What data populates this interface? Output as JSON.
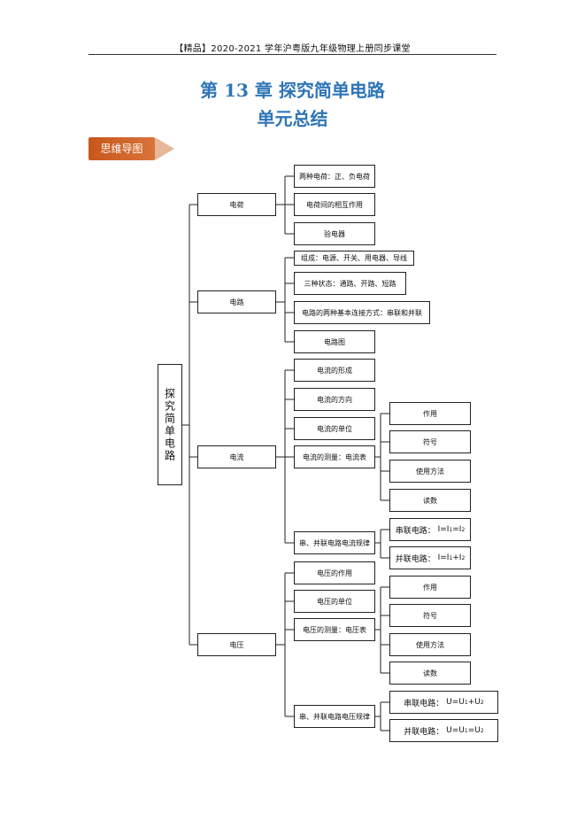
{
  "header": {
    "text": "【精品】2020-2021 学年沪粤版九年级物理上册同步课堂"
  },
  "title": {
    "line1": "第 13 章  探究简单电路",
    "line2": "单元总结"
  },
  "banner": {
    "label": "思维导图"
  },
  "mindmap": {
    "root": "探究简单电路",
    "charge": {
      "label": "电荷",
      "items": [
        "两种电荷：正、负电荷",
        "电荷间的相互作用",
        "验电器"
      ]
    },
    "circuit": {
      "label": "电路",
      "items": [
        "组成：电源、开关、用电器、导线",
        "三种状态：通路、开路、短路",
        "电路的两种基本连接方式：串联和并联",
        "电路图"
      ]
    },
    "current": {
      "label": "电流",
      "items": [
        "电流的形成",
        "电流的方向",
        "电流的单位"
      ],
      "measure": {
        "label": "电流的测量：电流表",
        "items": [
          "作用",
          "符号",
          "使用方法",
          "读数"
        ]
      },
      "law": {
        "label": "串、并联电路电流规律",
        "series_prefix": "串联电路：",
        "parallel_prefix": "并联电路："
      }
    },
    "voltage": {
      "label": "电压",
      "items": [
        "电压的作用",
        "电压的单位"
      ],
      "measure": {
        "label": "电压的测量：电压表",
        "items": [
          "作用",
          "符号",
          "使用方法",
          "读数"
        ]
      },
      "law": {
        "label": "串、并联电路电压规律",
        "series_prefix": "串联电路：",
        "parallel_prefix": "并联电路："
      }
    }
  }
}
